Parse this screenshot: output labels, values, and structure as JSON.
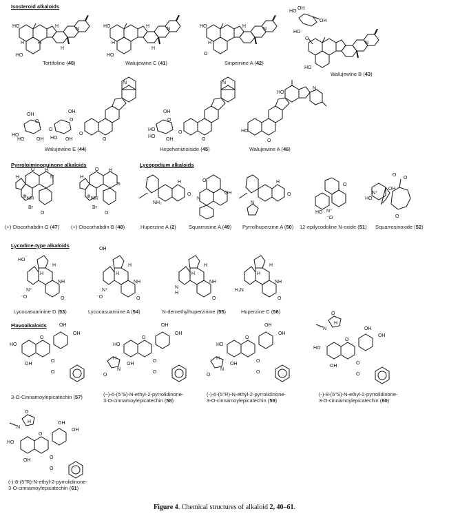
{
  "sections": {
    "isosteroid": "Isosteroid alkaloids",
    "pyrroloiminoquinone": "Pyrroloiminoquinone alkaloids",
    "lycopodium": "Lycopodium alkaloids",
    "lycodine": "Lycodine-type alkaloids",
    "flavo": "Flavoalkaloids"
  },
  "compounds": {
    "c40": {
      "name": "Tortifoline",
      "num": "40"
    },
    "c41": {
      "name": "Walujewine C",
      "num": "41"
    },
    "c42": {
      "name": "Sinpeinine A",
      "num": "42"
    },
    "c43": {
      "name": "Walujewine B",
      "num": "43"
    },
    "c44": {
      "name": "Walujewine E",
      "num": "44"
    },
    "c45": {
      "name": "Hepehenizioiside",
      "num": "45"
    },
    "c46": {
      "name": "Walujewine A",
      "num": "46"
    },
    "c47": {
      "name": "(+)-Discorhabdin G",
      "num": "47"
    },
    "c48": {
      "name": "(+)-Discorhabdin B",
      "num": "48"
    },
    "c2": {
      "name": "Huperzine A",
      "num": "2"
    },
    "c49": {
      "name": "Squarrosine A",
      "num": "49"
    },
    "c50": {
      "name": "Pyrrolhuperzine A",
      "num": "50"
    },
    "c51": {
      "name": "12-epilycodoline N-oxide",
      "num": "51"
    },
    "c52": {
      "name": "Squarrosinoxide",
      "num": "52"
    },
    "c53": {
      "name": "Lycocasuarinine D",
      "num": "53"
    },
    "c54": {
      "name": "Lycocasuarinine A",
      "num": "54"
    },
    "c55": {
      "name": "N-demethylhuperzinine",
      "num": "55"
    },
    "c56": {
      "name": "Huperzine C",
      "num": "56"
    },
    "c57": {
      "name": "3-O-Cinnamoylepicatechin",
      "num": "57"
    },
    "c58": {
      "line1": "(−)-6-(5′′S)-N-ethyl-2-pyrrolidinone-",
      "line2": "3-O-cinnamoylepicatechin",
      "num": "58"
    },
    "c59": {
      "line1": "(-)-6-(5′′R)-N-ethyl-2-pyrrolidinone-",
      "line2": "3-O-cinnamoylepicatechin",
      "num": "59"
    },
    "c60": {
      "line1": "(-)-8-(5′′S)-N-ethyl-2-pyrrolidinone-",
      "line2": "3-O-cinnamoylepicatechin",
      "num": "60"
    },
    "c61": {
      "line1": "(-)-8-(5′′R)-N-ethyl-2-pyrrolidinone-",
      "line2": "3-O-cinnamoylepicatechin",
      "num": "61"
    }
  },
  "atoms": {
    "HO": "HO",
    "OH": "OH",
    "H": "H",
    "N": "N",
    "O": "O",
    "S": "S",
    "NH": "NH",
    "NH2": "NH₂",
    "H2N": "H₂N",
    "Br": "Br",
    "plus": "⊕",
    "Nplus": "N⁺",
    "Ominus": "⁻O"
  },
  "caption": {
    "label": "Figure 4",
    "text": ". Chemical structures of alkaloid ",
    "nums": "2, 40–61",
    "end": "."
  }
}
